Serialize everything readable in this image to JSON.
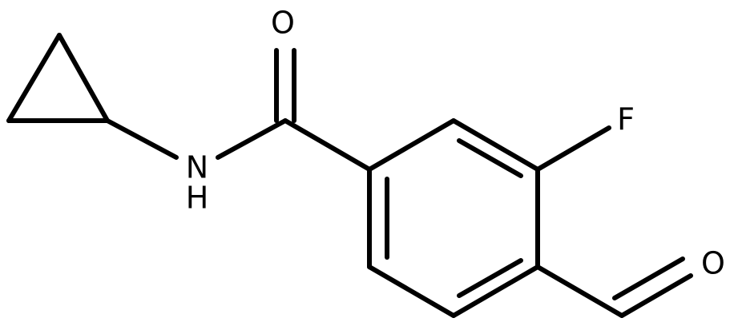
{
  "molecule": {
    "atoms": {
      "carbonyl_oxygen": "O",
      "amide_nitrogen": "N",
      "amide_hydrogen": "H",
      "fluorine": "F",
      "aldehyde_oxygen": "O"
    }
  },
  "colors": {
    "bond": "#000000",
    "label": "#000000",
    "background": "#ffffff"
  }
}
